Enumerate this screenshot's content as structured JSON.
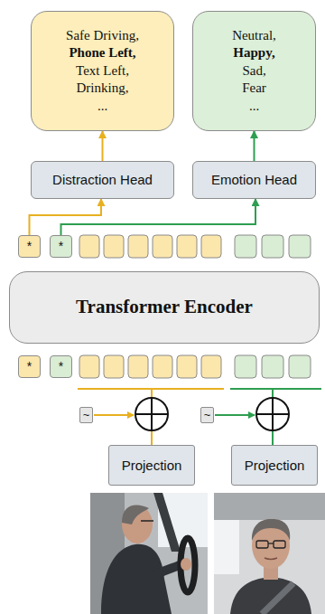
{
  "diagram": {
    "nodes": [
      {
        "text": [
          "Safe Driving,",
          "Phone Left,",
          "Text Left,",
          "Drinking,",
          "..."
        ]
      },
      {
        "text": [
          "Neutral,",
          "Happy,",
          "Sad,",
          "Fear",
          "..."
        ]
      },
      {
        "text": [
          "Distraction Head"
        ]
      },
      {
        "text": [
          "Emotion Head"
        ]
      },
      {
        "text": [
          "*"
        ]
      },
      {
        "text": [
          "*"
        ]
      },
      {
        "text": [
          "Transformer Encoder"
        ]
      },
      {
        "text": [
          "*"
        ]
      },
      {
        "text": [
          "*"
        ]
      },
      {
        "text": [
          "~"
        ]
      },
      {
        "text": [
          "~"
        ]
      },
      {
        "text": [
          "Projection"
        ]
      },
      {
        "text": [
          "Projection"
        ]
      }
    ],
    "edges": [
      {
        "from": 2,
        "to": 0,
        "arrow": "to"
      },
      {
        "from": 3,
        "to": 1,
        "arrow": "to"
      },
      {
        "from": 4,
        "to": 2,
        "arrow": "to"
      },
      {
        "from": 5,
        "to": 3,
        "arrow": "to"
      }
    ]
  }
}
